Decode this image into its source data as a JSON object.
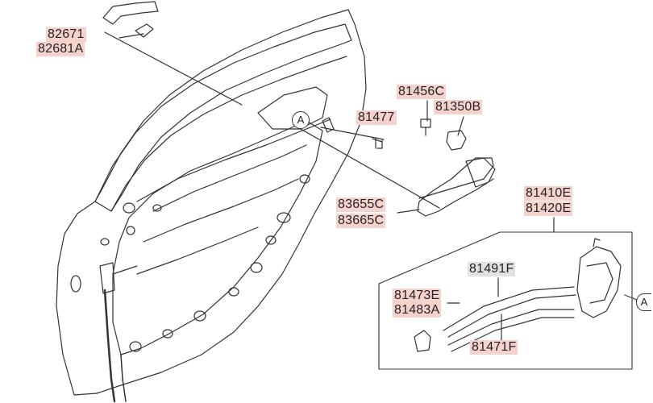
{
  "labels": {
    "l82671": "82671",
    "l82681a": "82681A",
    "l81456c": "81456C",
    "l81350b": "81350B",
    "l81477": "81477",
    "l83655c": "83655C",
    "l83665c": "83665C",
    "l81410e": "81410E",
    "l81420e": "81420E",
    "l81491f": "81491F",
    "l81473e": "81473E",
    "l81483a": "81483A",
    "l81471f": "81471F"
  },
  "callouts": {
    "a1": "A",
    "a2": "A"
  },
  "colors": {
    "highlight_red": "#f6d2cd",
    "highlight_gray": "#e2e2e2",
    "line": "#333333"
  }
}
